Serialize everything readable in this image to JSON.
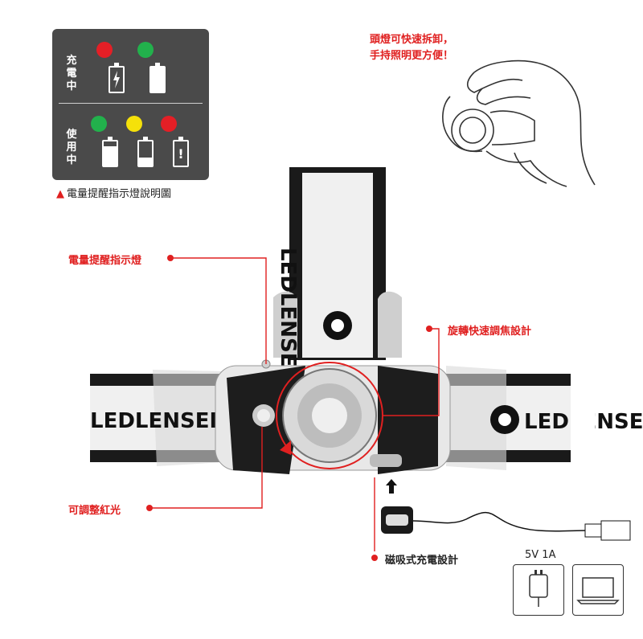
{
  "legend": {
    "charging_label": "充\n電\n中",
    "in_use_label": "使\n用\n中",
    "caption": "電量提醒指示燈說明圖",
    "colors": {
      "red": "#e41f26",
      "green": "#22b14c",
      "yellow": "#f5e10a",
      "panel": "#4a4a4a"
    }
  },
  "top_note": {
    "line1": "頭燈可快速拆卸，",
    "line2": "手持照明更方便！"
  },
  "callouts": {
    "indicator": "電量提醒指示燈",
    "focus": "旋轉快速調焦設計",
    "red_light": "可調整紅光",
    "magnetic": "磁吸式充電設計"
  },
  "brand": {
    "logo_text": "LEDLENSER"
  },
  "charger": {
    "spec": "5V 1A",
    "adapter_icon": "wall-adapter-icon",
    "laptop_icon": "laptop-icon"
  }
}
